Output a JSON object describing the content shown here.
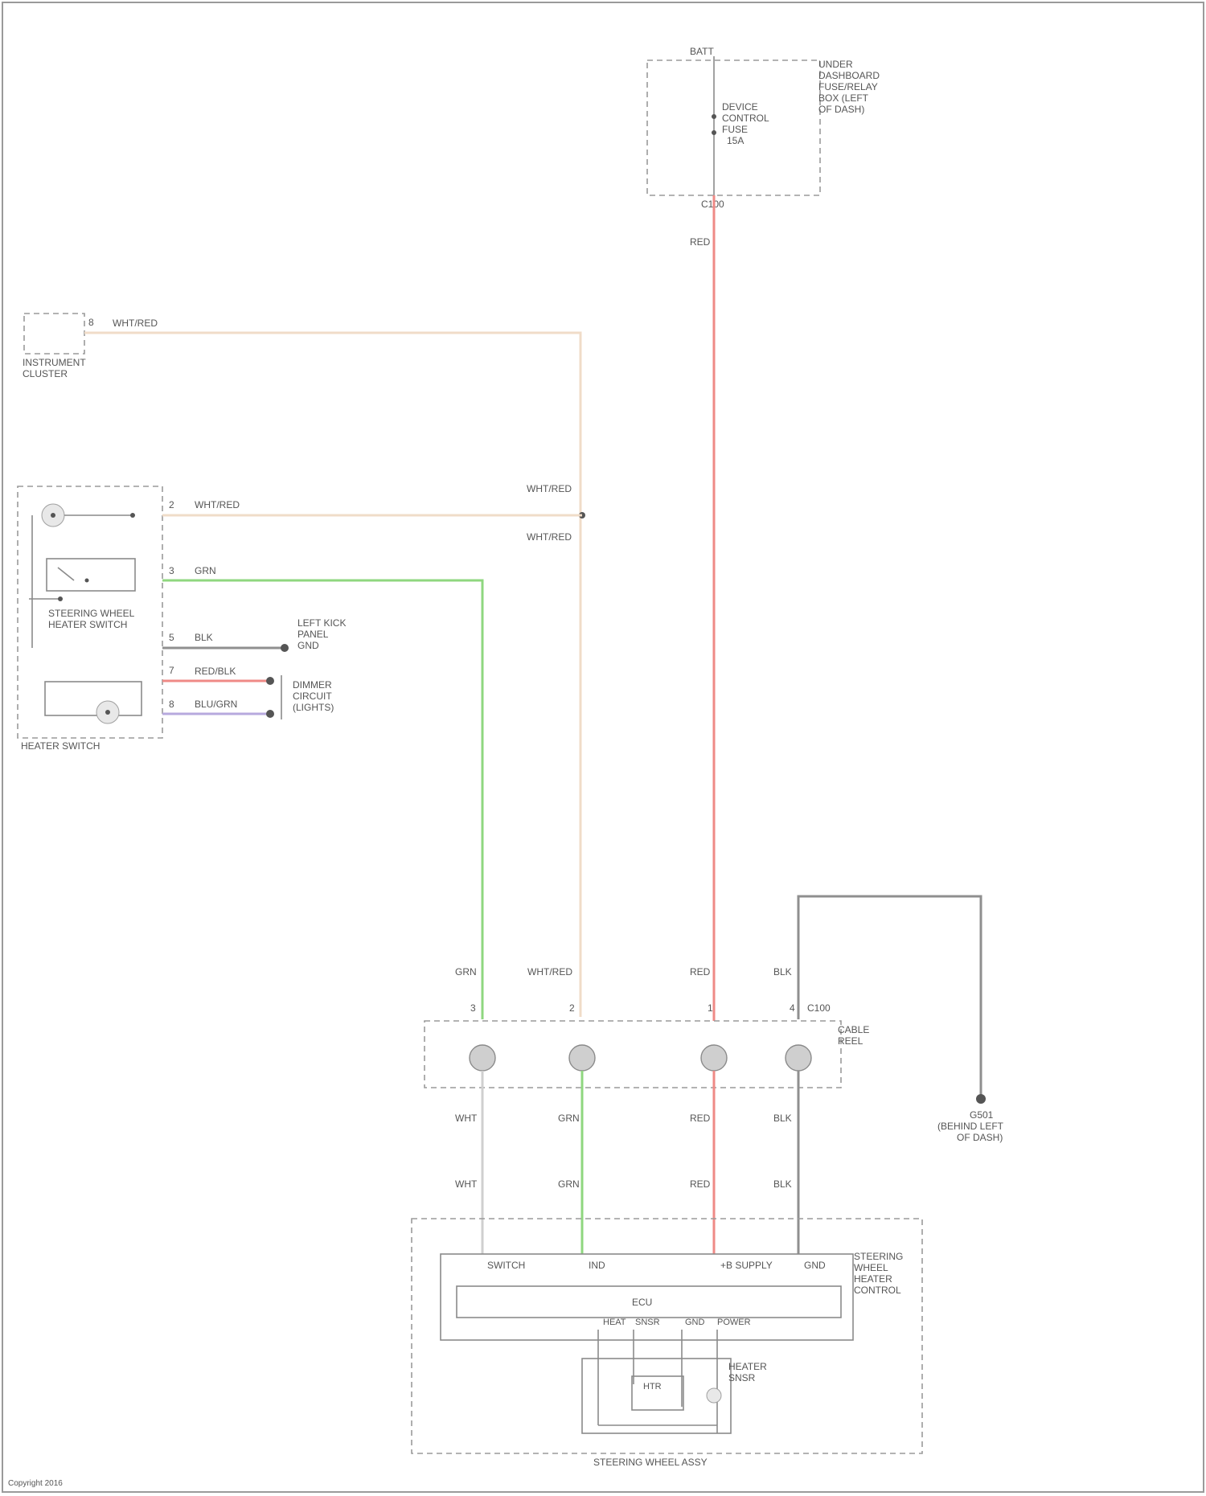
{
  "colors": {
    "red_wire": "#ef8a86",
    "green_wire": "#8fd77f",
    "tan_wire": "#f0dcc8",
    "gray_wire": "#8f8f8f",
    "light_gray_wire": "#cfcfcf",
    "purple_wire": "#b7a9de",
    "background": "#ffffff"
  },
  "labels": {
    "fuse_top": "BATT",
    "underhood_relay_box": [
      "UNDER",
      "DASHBOARD",
      "FUSE/RELAY",
      "BOX (LEFT",
      "OF DASH)"
    ],
    "fuse_name": [
      "DEVICE",
      "CONTROL",
      "FUSE",
      "15A"
    ],
    "fuse_connector": "C100",
    "wire_red_top": "RED",
    "meter_cluster": [
      "INSTRUMENT",
      "CLUSTER"
    ],
    "meter_pin": "8",
    "meter_wire": "WHT/RED",
    "splice_upper": "WHT/RED",
    "splice_lower": "WHT/RED",
    "switch_pin_a": "2",
    "switch_wire_a": "WHT/RED",
    "switch_pin_b": "3",
    "switch_wire_b": "GRN",
    "switch_inner": [
      "STEERING WHEEL",
      "HEATER SWITCH"
    ],
    "switch_pin_c": "5",
    "switch_wire_c": "BLK",
    "ground_note": [
      "LEFT KICK",
      "PANEL",
      "GND"
    ],
    "switch_pin_d": "7",
    "switch_wire_d": "RED/BLK",
    "switch_pin_e": "8",
    "switch_wire_e": "BLU/GRN",
    "dimmer_note": [
      "DIMMER",
      "CIRCUIT",
      "(LIGHTS)"
    ],
    "switch_assy": "HEATER SWITCH",
    "upper_wire_green": "GRN",
    "upper_wire_tan": "WHT/RED",
    "upper_wire_red": "RED",
    "upper_wire_gray": "BLK",
    "pin_green": "3",
    "pin_tan": "2",
    "pin_red": "1",
    "pin_gray": "4",
    "clock_pin_note": "C100",
    "clockspring": [
      "CABLE",
      "REEL"
    ],
    "ground_right": [
      "G501",
      "(BEHIND LEFT",
      "OF DASH)"
    ],
    "lower_wire_1a": "WHT",
    "lower_wire_1b": "WHT",
    "lower_wire_2a": "GRN",
    "lower_wire_2b": "GRN",
    "lower_wire_3a": "RED",
    "lower_wire_3b": "RED",
    "lower_wire_4a": "BLK",
    "lower_wire_4b": "BLK",
    "module_pin_1": "SWITCH",
    "module_pin_2": "IND",
    "module_pin_3": "+B SUPPLY",
    "module_pin_4": "GND",
    "module_name": [
      "STEERING",
      "WHEEL",
      "HEATER",
      "CONTROL"
    ],
    "ecu": "ECU",
    "heater_pins": [
      "HEAT",
      "SNSR",
      "GND",
      "POWER"
    ],
    "heater_elem": "HTR",
    "heater_sensor": [
      "HEATER",
      "SNSR"
    ],
    "steering_assy": "STEERING WHEEL ASSY",
    "footer": "Copyright 2016"
  }
}
